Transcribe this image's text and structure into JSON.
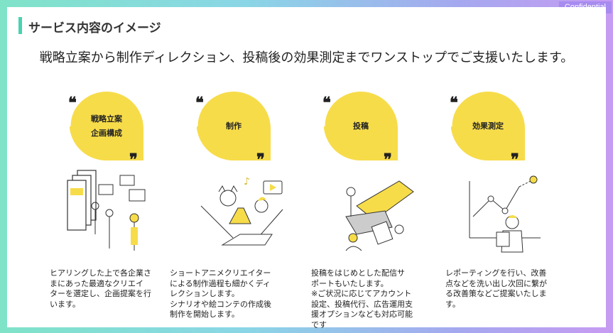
{
  "badge": "Confidential",
  "section_title": "サービス内容のイメージ",
  "lead": "戦略立案から制作ディレクション、投稿後の効果測定までワンストップでご支援いたします。",
  "steps": [
    {
      "label1": "戦略立案",
      "label2": "企画構成",
      "desc": "ヒアリングした上で各企業さ\nまにあった最適なクリエイ\nターを選定し、企画提案を行\nいます。"
    },
    {
      "label1": "制作",
      "label2": "",
      "desc": "ショートアニメクリエイター\nによる制作過程も細かくディ\nレクションします。\nシナリオや絵コンテの作成後\n制作を開始します。"
    },
    {
      "label1": "投稿",
      "label2": "",
      "desc": "投稿をはじめとした配信サ\nポートもいたします。\n※ご状況に応じてアカウント\n設定、投稿代行、広告運用支\n援オプションなども対応可能\nです"
    },
    {
      "label1": "効果測定",
      "label2": "",
      "desc": "レポーティングを行い、改善\n点などを洗い出し次回に繋が\nる改善策などご提案いたしま\nす。"
    }
  ],
  "colors": {
    "accent": "#49d3b0",
    "bubble": "#f7dc4a",
    "badge": "#a78bf0"
  },
  "icons": [
    "quote-open-icon",
    "quote-close-icon",
    "planning-illustration",
    "production-illustration",
    "posting-illustration",
    "analytics-illustration"
  ]
}
